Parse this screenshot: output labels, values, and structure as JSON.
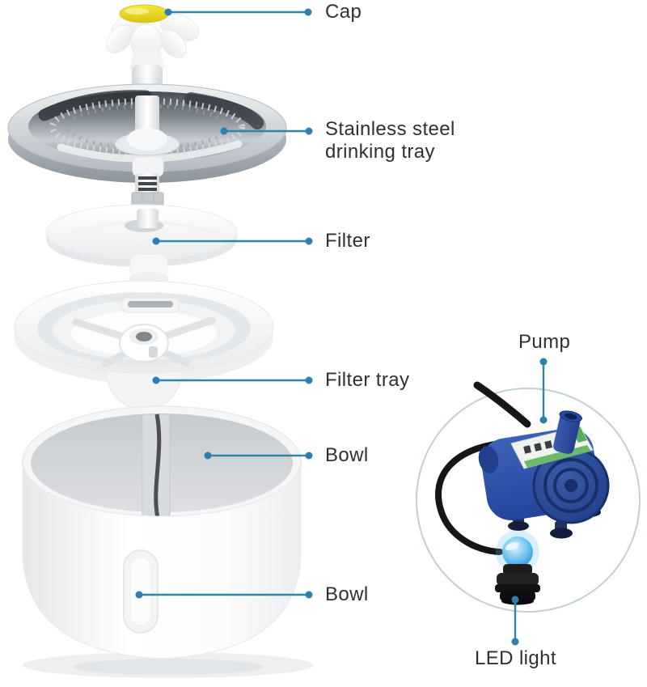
{
  "diagram": {
    "kind": "exploded-product-view",
    "callouts": [
      {
        "id": "cap",
        "label": "Cap"
      },
      {
        "id": "drinking-tray",
        "label": "Stainless steel drinking tray"
      },
      {
        "id": "filter",
        "label": "Filter"
      },
      {
        "id": "filter-tray",
        "label": "Filter tray"
      },
      {
        "id": "bowl-upper",
        "label": "Bowl"
      },
      {
        "id": "bowl-lower",
        "label": "Bowl"
      },
      {
        "id": "pump",
        "label": "Pump"
      },
      {
        "id": "led-light",
        "label": "LED light"
      }
    ],
    "colors": {
      "background": "#ffffff",
      "callout_line": "#2f87a6",
      "callout_dot": "#2c7fb0",
      "label_text": "#303030",
      "cap_yellow": "#e6d51b",
      "pump_blue": "#2c4da0",
      "led_glow_blue": "#3da4e4",
      "cable_black": "#161616",
      "inset_circle_stroke": "#c2cfd8"
    }
  }
}
